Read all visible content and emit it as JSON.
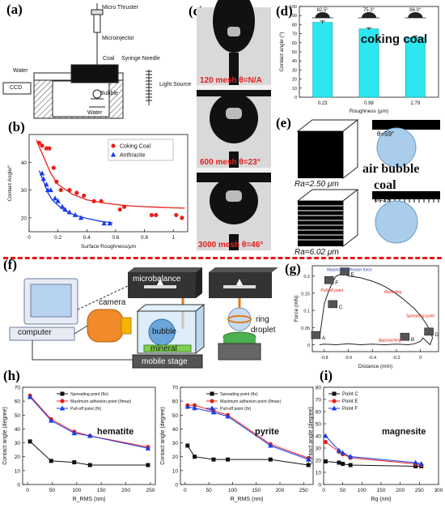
{
  "panel_labels": [
    "(a)",
    "(b)",
    "(c)",
    "(d)",
    "(e)",
    "(f)",
    "(g)",
    "(h)",
    "(i)"
  ],
  "panel_a": {
    "labels": {
      "thruster": "Micro Thruster",
      "injector": "Microinjector",
      "coal": "Coal",
      "syringe": "Syringe Needle",
      "water1": "Water",
      "ccd": "CCD",
      "bubble": "Bubble",
      "light": "Light Source",
      "water2": "Water"
    }
  },
  "panel_c": {
    "captions": [
      "120 mesh  θ=N/A",
      "600 mesh  θ=23°",
      "3000 mesh  θ=46°"
    ]
  },
  "panel_e": {
    "ra1": "Ra=2.50 μm",
    "ra2": "Ra=6.02 μm",
    "theta1": "θ=59°",
    "theta2": "θ=29°",
    "title1": "air bubble",
    "title2": "coal"
  },
  "panel_f": {
    "labels": {
      "microbalance": "microbalance",
      "camera": "camera",
      "computer": "computer",
      "bubble": "bubble",
      "mineral": "mineral",
      "stage": "mobile stage",
      "ring": "ring",
      "droplet": "droplet"
    }
  },
  "panel_g_annotations": {
    "max_force": "Maximum adhesion force",
    "pulloff": "Pull-off point",
    "spreading": "Spreading point",
    "approaching": "Approaching",
    "receding": "Receding",
    "A": "A",
    "B": "B",
    "C": "C",
    "D": "D",
    "E": "E",
    "F": "F"
  },
  "chart_data": [
    {
      "id": "b",
      "type": "scatter",
      "xlabel": "Surface Roughness/μm",
      "ylabel": "Contact Angle/°",
      "xlim": [
        0.0,
        1.1
      ],
      "ylim": [
        15,
        50
      ],
      "xticks": [
        0.0,
        0.2,
        0.4,
        0.6,
        0.8,
        1.0
      ],
      "yticks": [
        20,
        30,
        40
      ],
      "legend_position": "top-right",
      "series": [
        {
          "name": "Coking Coal",
          "color": "#e8201a",
          "marker": "circle",
          "x": [
            0.07,
            0.09,
            0.12,
            0.14,
            0.17,
            0.19,
            0.22,
            0.28,
            0.33,
            0.38,
            0.45,
            0.5,
            0.63,
            0.66,
            0.85,
            0.88,
            1.02,
            1.06
          ],
          "y": [
            47,
            46,
            45,
            45,
            38,
            33,
            30,
            30,
            29,
            28,
            26,
            26,
            23,
            24,
            21,
            21,
            21,
            20
          ]
        },
        {
          "name": "Anthracite",
          "color": "#1a3de8",
          "marker": "triangle",
          "x": [
            0.09,
            0.1,
            0.12,
            0.13,
            0.15,
            0.18,
            0.2,
            0.23,
            0.25,
            0.28,
            0.32,
            0.36,
            0.52,
            0.56
          ],
          "y": [
            36,
            34,
            32,
            30,
            30,
            27,
            26,
            24,
            23,
            22,
            21,
            20,
            18,
            18
          ]
        }
      ],
      "fits": [
        {
          "color": "#e8201a",
          "x": [
            0.05,
            0.1,
            0.15,
            0.2,
            0.3,
            0.4,
            0.5,
            0.6,
            0.7,
            0.8,
            0.9,
            1.0,
            1.08
          ],
          "y": [
            48,
            42,
            36,
            32,
            28.5,
            26.5,
            25.5,
            24.8,
            24.3,
            24,
            23.8,
            23.6,
            23.5
          ]
        },
        {
          "color": "#1a3de8",
          "x": [
            0.07,
            0.1,
            0.13,
            0.16,
            0.2,
            0.25,
            0.3,
            0.35,
            0.4,
            0.5,
            0.58
          ],
          "y": [
            37,
            33,
            29,
            26.5,
            24.5,
            22.5,
            21.3,
            20.5,
            19.8,
            18.7,
            18.2
          ]
        }
      ]
    },
    {
      "id": "d",
      "type": "bar",
      "title": "coking coal",
      "xlabel": "Roughness (μm)",
      "ylabel": "Contact angle (°)",
      "categories": [
        "0.23",
        "0.98",
        "2.79"
      ],
      "values": [
        82.5,
        75.3,
        66.0
      ],
      "errors": [
        1.5,
        1.2,
        1.4
      ],
      "top_labels": [
        "82.5°",
        "75.3°",
        "66.0°"
      ],
      "ylim": [
        0,
        100
      ],
      "yticks": [
        0,
        10,
        20,
        30,
        40,
        50,
        60,
        70,
        80,
        90,
        100
      ],
      "color": "#2ee6ef"
    },
    {
      "id": "g",
      "type": "line",
      "xlabel": "Distance (mm)",
      "ylabel": "Force (mN)",
      "xlim": [
        -0.9,
        0.15
      ],
      "ylim": [
        -0.02,
        0.23
      ],
      "xticks": [
        -0.8,
        -0.6,
        -0.4,
        -0.2,
        0.0
      ],
      "yticks": [
        0.0,
        0.05,
        0.1,
        0.15,
        0.2
      ],
      "series": [
        {
          "name": "Receding",
          "color": "#222222",
          "x": [
            0.1,
            0.08,
            0.05,
            0.0,
            -0.05,
            -0.1,
            -0.15,
            -0.2,
            -0.25,
            -0.3,
            -0.35,
            -0.4,
            -0.45,
            -0.5,
            -0.55,
            -0.6,
            -0.63,
            -0.67,
            -0.7,
            -0.72,
            -0.74,
            -0.76,
            -0.78,
            -0.8,
            -0.82,
            -0.84
          ],
          "y": [
            0.02,
            0.04,
            0.06,
            0.085,
            0.105,
            0.12,
            0.135,
            0.148,
            0.16,
            0.17,
            0.178,
            0.185,
            0.19,
            0.195,
            0.198,
            0.2,
            0.205,
            0.205,
            0.2,
            0.19,
            0.175,
            0.16,
            0.14,
            0.12,
            0.07,
            0.02
          ]
        },
        {
          "name": "Approaching",
          "color": "#222222",
          "x": [
            -0.84,
            -0.8,
            -0.7,
            -0.6,
            -0.5,
            -0.4,
            -0.3,
            -0.2,
            -0.1,
            -0.05,
            0.0,
            0.02,
            0.05,
            0.08,
            0.1
          ],
          "y": [
            0.0,
            0.002,
            0.0,
            0.003,
            0.0,
            0.002,
            0.0,
            0.002,
            0.0,
            0.003,
            0.01,
            0.02,
            0.01,
            0.0,
            0.02
          ]
        }
      ]
    },
    {
      "id": "h1",
      "type": "line",
      "title": "hematite",
      "xlabel": "R_RMS (nm)",
      "ylabel": "Contact angle (degree)",
      "xlim": [
        -10,
        260
      ],
      "ylim": [
        0,
        70
      ],
      "xticks": [
        0,
        50,
        100,
        150,
        200,
        250
      ],
      "yticks": [
        0,
        10,
        20,
        30,
        40,
        50,
        60,
        70
      ],
      "legend_position": "top-right",
      "x": [
        5,
        48,
        95,
        127,
        245
      ],
      "series": [
        {
          "name": "Spreading point (θs)",
          "color": "#111111",
          "marker": "square",
          "values": [
            31,
            17,
            16,
            14,
            14
          ]
        },
        {
          "name": "Maximum adhesion point (θmax)",
          "color": "#e8201a",
          "marker": "circle",
          "values": [
            64,
            47,
            38,
            35,
            27
          ]
        },
        {
          "name": "Pull-off point (θr)",
          "color": "#1a3de8",
          "marker": "triangle",
          "values": [
            63,
            46,
            37,
            35,
            26
          ]
        }
      ]
    },
    {
      "id": "h2",
      "type": "line",
      "title": "pyrite",
      "xlabel": "R_RMS (nm)",
      "ylabel": "Contact angle (degree)",
      "xlim": [
        -10,
        270
      ],
      "ylim": [
        0,
        70
      ],
      "xticks": [
        0,
        50,
        100,
        150,
        200,
        250
      ],
      "yticks": [
        0,
        10,
        20,
        30,
        40,
        50,
        60,
        70
      ],
      "legend_position": "top-right",
      "x": [
        5,
        20,
        60,
        90,
        180,
        260
      ],
      "series": [
        {
          "name": "Spreading point (θs)",
          "color": "#111111",
          "marker": "square",
          "values": [
            28,
            20,
            18,
            18,
            18,
            14
          ]
        },
        {
          "name": "Maximum adhesion point (θmax)",
          "color": "#e8201a",
          "marker": "circle",
          "values": [
            57,
            57,
            53,
            50,
            29,
            19
          ]
        },
        {
          "name": "Pull-off point (θr)",
          "color": "#1a3de8",
          "marker": "triangle",
          "values": [
            56,
            55,
            52,
            49,
            28,
            18
          ]
        }
      ]
    },
    {
      "id": "i",
      "type": "line",
      "title": "magnesite",
      "xlabel": "Rq (nm)",
      "ylabel": "Contact angle (degree)",
      "xlim": [
        0,
        300
      ],
      "ylim": [
        0,
        80
      ],
      "xticks": [
        0,
        50,
        100,
        150,
        200,
        250,
        300
      ],
      "yticks": [
        0,
        10,
        20,
        30,
        40,
        50,
        60,
        70,
        80
      ],
      "legend_position": "top-left",
      "x": [
        5,
        40,
        50,
        70,
        240,
        255
      ],
      "series": [
        {
          "name": "Point C",
          "color": "#111111",
          "marker": "square",
          "values": [
            19,
            18,
            17,
            16,
            15,
            15
          ]
        },
        {
          "name": "Point E",
          "color": "#e8201a",
          "marker": "circle",
          "values": [
            35,
            27,
            25,
            22,
            17,
            16
          ]
        },
        {
          "name": "Point F",
          "color": "#1a3de8",
          "marker": "triangle",
          "values": [
            40,
            28,
            26,
            23,
            18,
            17
          ]
        }
      ]
    }
  ]
}
